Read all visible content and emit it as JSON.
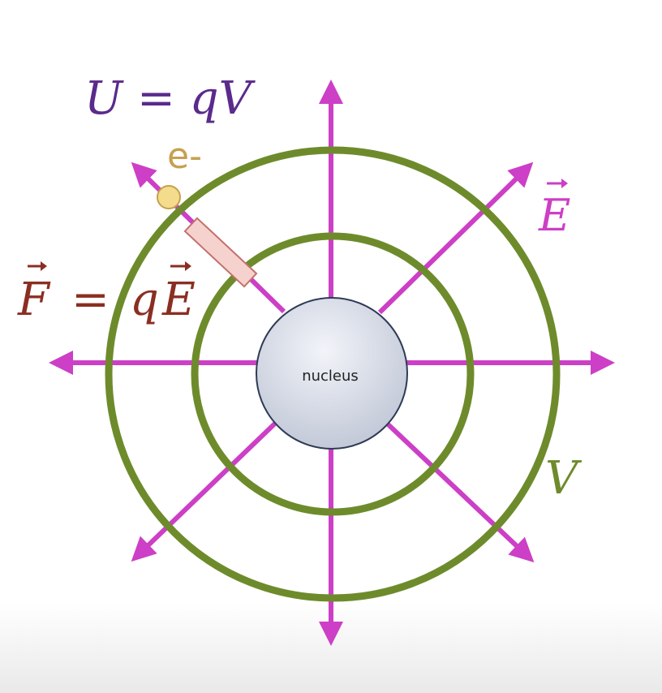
{
  "diagram": {
    "nucleus_label": "nucleus",
    "electron_label": "e-",
    "potential_energy_eq": "U = qV",
    "force_eq": {
      "lhs": "F",
      "equals": "=",
      "q": "q",
      "field": "E"
    },
    "field_label": "E",
    "potential_label": "V"
  },
  "colors": {
    "field_lines": "#cc3fc6",
    "equipotential": "#6e8b2c",
    "nucleus_fill": "#d8dde8",
    "nucleus_stroke": "#2e3b55",
    "electron_fill": "#f4dc8c",
    "electron_stroke": "#c4a24a",
    "electron_label": "#c6a04e",
    "displacement_fill": "#f6d2cf",
    "displacement_stroke": "#c2716c",
    "potential_energy_text": "#5a2a8c",
    "force_text": "#8b2e22",
    "field_text": "#cc3fc6",
    "potential_text": "#6e8b2c"
  }
}
